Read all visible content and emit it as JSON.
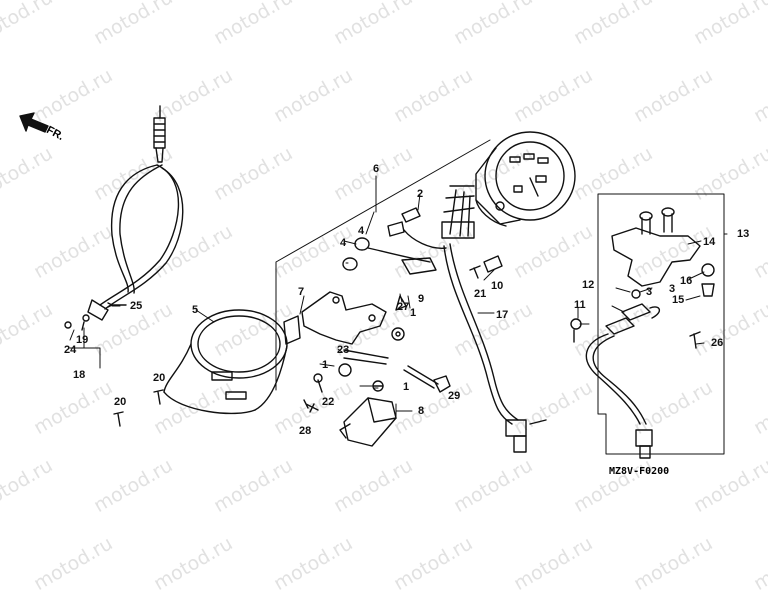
{
  "watermark": "motod.ru",
  "direction_label": "FR.",
  "figure_code": "MZ8V-F0200",
  "callouts": [
    "1",
    "1",
    "1",
    "2",
    "3",
    "3",
    "4",
    "4",
    "5",
    "6",
    "7",
    "8",
    "9",
    "10",
    "11",
    "12",
    "13",
    "14",
    "15",
    "16",
    "17",
    "18",
    "19",
    "20",
    "20",
    "21",
    "22",
    "23",
    "24",
    "25",
    "26",
    "27",
    "28",
    "29"
  ]
}
